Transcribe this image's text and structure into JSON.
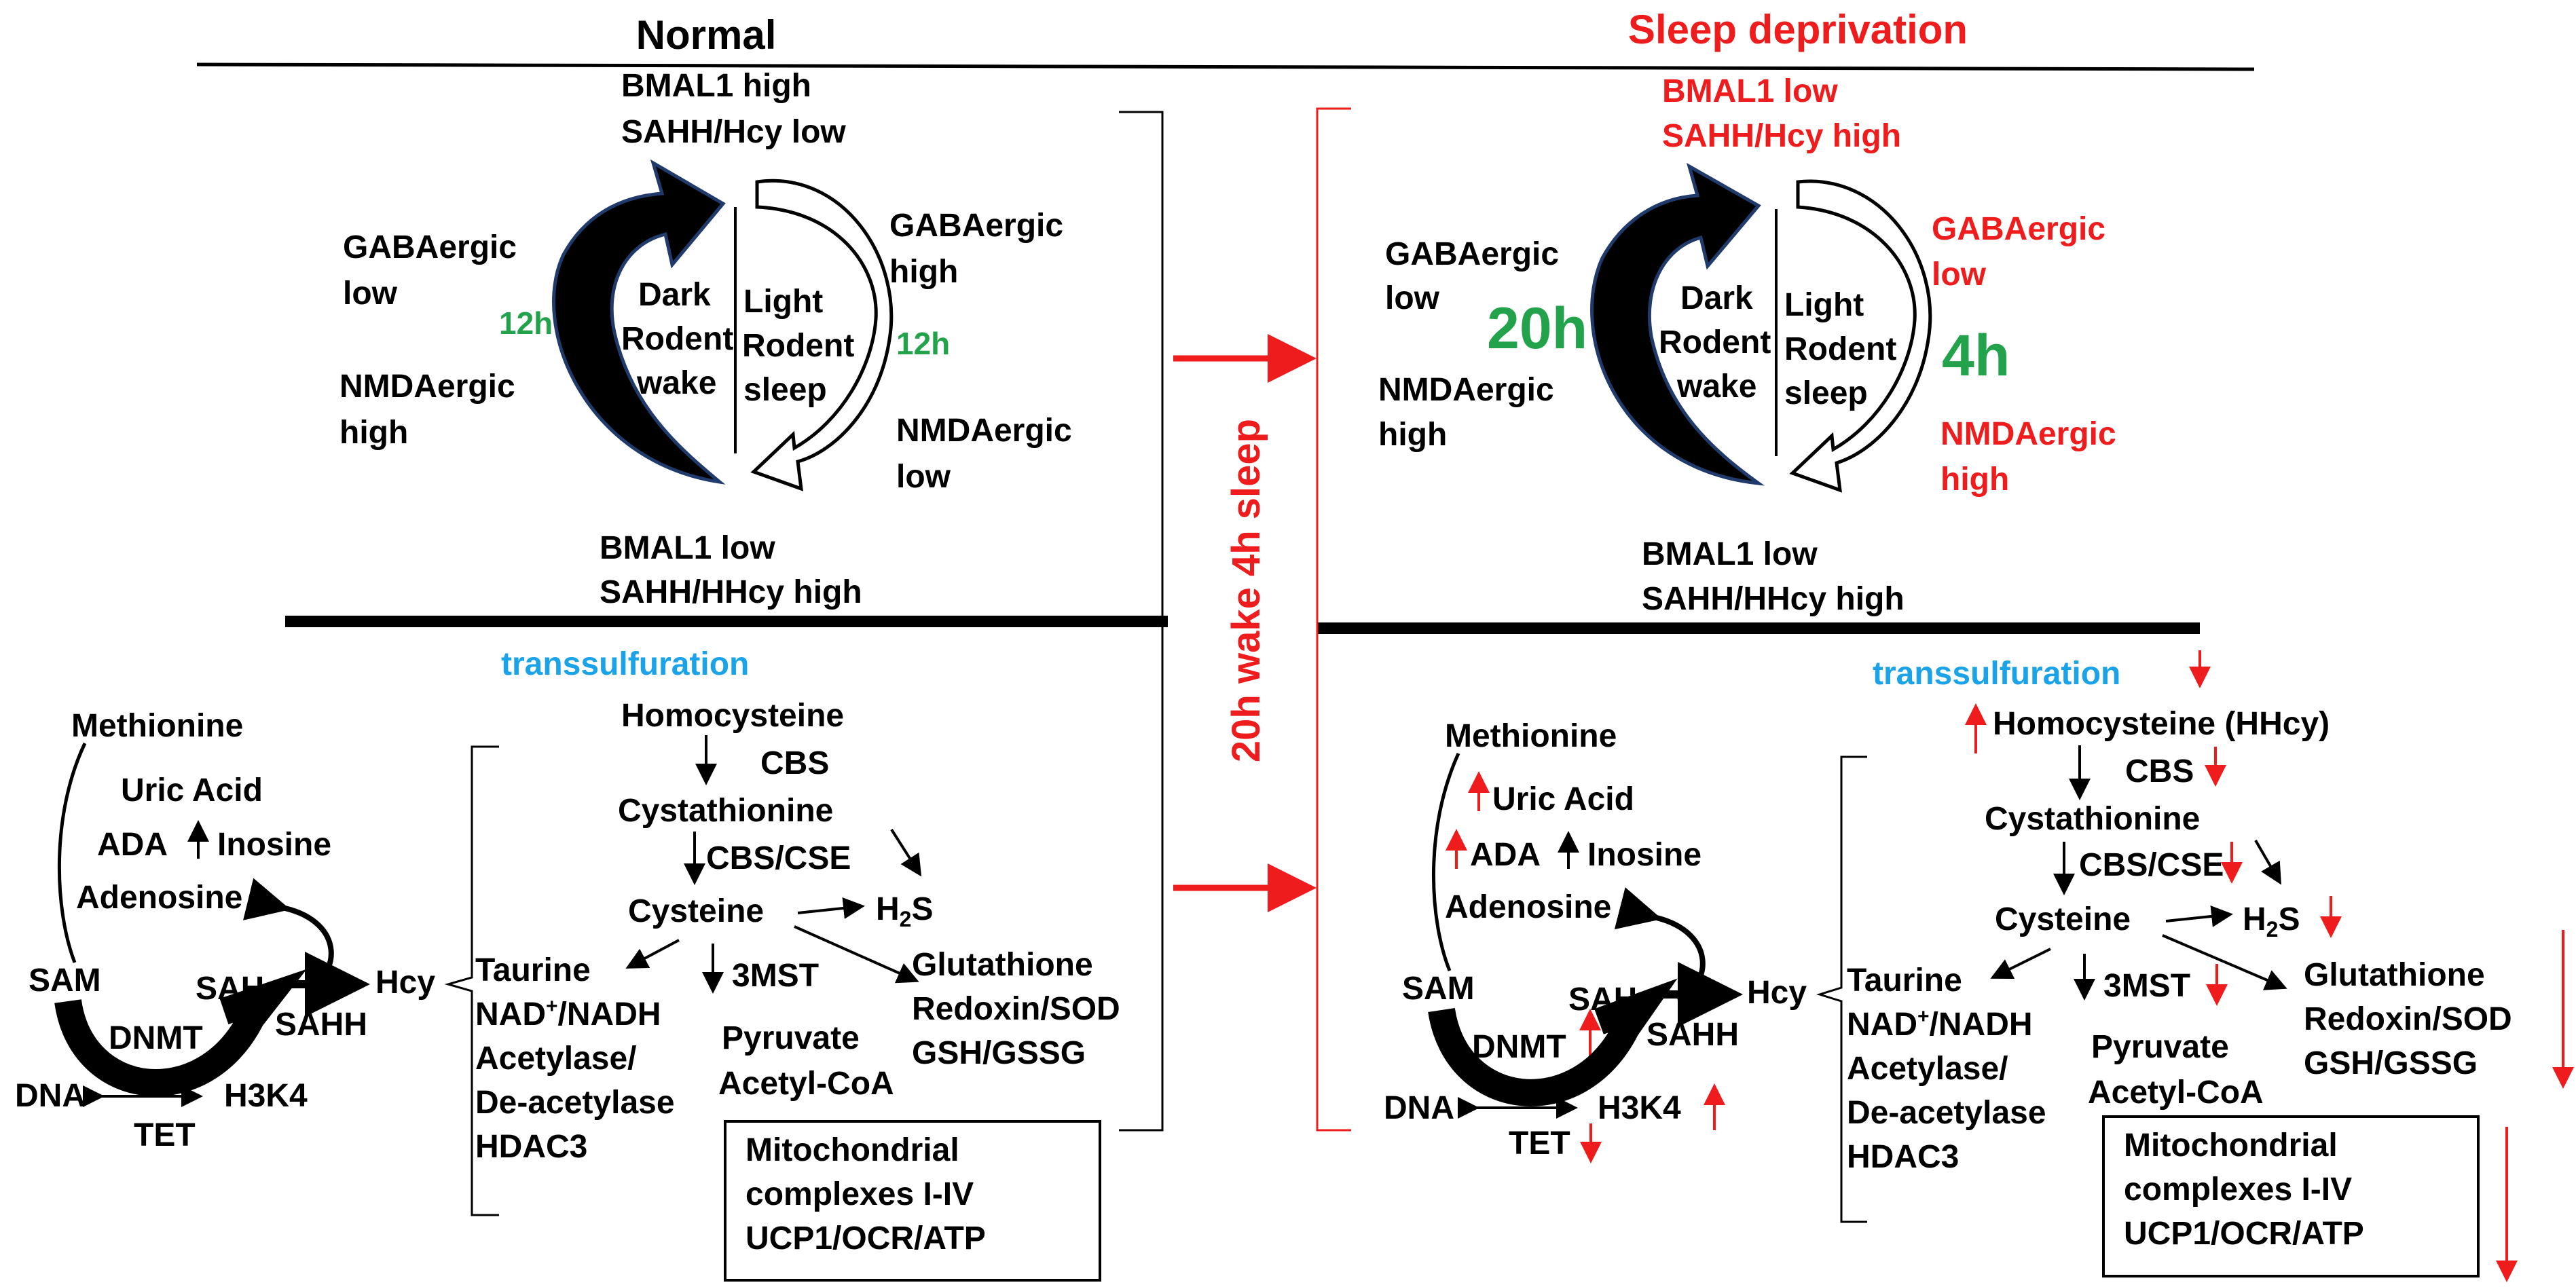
{
  "colors": {
    "black": "#000000",
    "red": "#ee1c1c",
    "blue": "#1aa3e8",
    "green": "#22a24a",
    "navy": "#1f3a6b"
  },
  "header": {
    "normal": "Normal",
    "sleep": "Sleep deprivation"
  },
  "middle_label": "20h wake 4h sleep",
  "normal": {
    "top_state": [
      "BMAL1 high",
      "SAHH/Hcy low"
    ],
    "bottom_state": [
      "BMAL1 low",
      "SAHH/HHcy high"
    ],
    "left_receptors": [
      "GABAergic",
      "low",
      "NMDAergic",
      "high"
    ],
    "right_receptors": [
      "GABAergic",
      "high",
      "NMDAergic",
      "low"
    ],
    "dark": [
      "Dark",
      "Rodent",
      "wake"
    ],
    "light": [
      "Light",
      "Rodent",
      "sleep"
    ],
    "dark_hours": "12h",
    "light_hours": "12h"
  },
  "sleep": {
    "top_state": [
      "BMAL1 low",
      "SAHH/Hcy high"
    ],
    "bottom_state": [
      "BMAL1 low",
      "SAHH/HHcy high"
    ],
    "left_receptors": [
      "GABAergic",
      "low",
      "NMDAergic",
      "high"
    ],
    "right_receptors": [
      "GABAergic",
      "low",
      "NMDAergic",
      "high"
    ],
    "dark": [
      "Dark",
      "Rodent",
      "wake"
    ],
    "light": [
      "Light",
      "Rodent",
      "sleep"
    ],
    "dark_hours": "20h",
    "light_hours": "4h"
  },
  "pathway": {
    "transsulfuration": "transsulfuration",
    "methionine": "Methionine",
    "uric_acid": "Uric Acid",
    "ada": "ADA",
    "inosine": "Inosine",
    "adenosine": "Adenosine",
    "sam": "SAM",
    "sah": "SAH",
    "sahh": "SAHH",
    "dnmt": "DNMT",
    "dna": "DNA",
    "tet": "TET",
    "h3k4": "H3K4",
    "hcy": "Hcy",
    "homocysteine": "Homocysteine",
    "homocysteine_hhcy": "Homocysteine (HHcy)",
    "cbs": "CBS",
    "cystathionine": "Cystathionine",
    "cbs_cse": "CBS/CSE",
    "cysteine": "Cysteine",
    "h2s_main": "H",
    "h2s_sub": "2",
    "h2s_end": "S",
    "taurine": "Taurine",
    "nad_main": "NAD",
    "nad_sup": "+",
    "nad_end": "/NADH",
    "acetylase": "Acetylase/",
    "deacetylase": "De-acetylase",
    "hdac3": "HDAC3",
    "mst": "3MST",
    "pyruvate": "Pyruvate",
    "acetyl_coa": "Acetyl-CoA",
    "glutathione": "Glutathione",
    "redoxin": "Redoxin/SOD",
    "gsh": "GSH/GSSG",
    "mito": [
      "Mitochondrial",
      "complexes I-IV",
      "UCP1/OCR/ATP"
    ]
  }
}
